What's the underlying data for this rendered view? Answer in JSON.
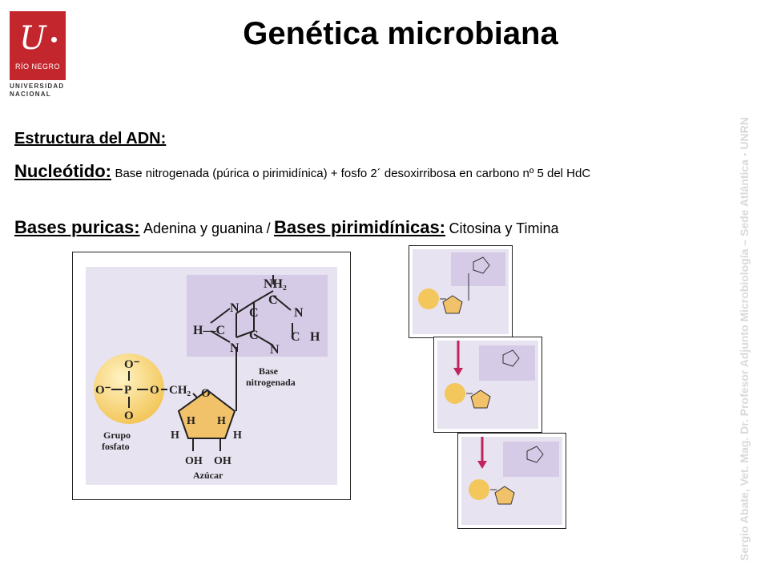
{
  "title": "Genética microbiana",
  "logo": {
    "letter": "U",
    "rio": "RÍO NEGRO",
    "line1": "UNIVERSIDAD",
    "line2": "NACIONAL"
  },
  "text": {
    "estructura": "Estructura del ADN:",
    "nucleotido_label": "Nucleótido:",
    "nucleotido_text": "Base nitrogenada (púrica o pirimidínica) + fosfo 2´ desoxirribosa en carbono nº 5 del HdC",
    "purica_label": "Bases puricas:",
    "purica_text": "Adenina y guanina",
    "separator": "/",
    "pirimidina_label": "Bases pirimidínicas:",
    "pirimidina_text": "Citosina y Timina"
  },
  "sidebar_text": "Sergio Abate, Vet. Mag. Dr. Profesor Adjunto Microbiología – Sede Atlántica - UNRN",
  "figure": {
    "nh2": "NH₂",
    "n": "N",
    "c": "C",
    "h": "H",
    "hc": "H—C",
    "base1": "Base",
    "base2": "nitrogenada",
    "o": "O",
    "ominus": "O⁻",
    "p": "P",
    "ch2": "CH₂",
    "grupo": "Grupo",
    "fosfato": "fosfato",
    "oh": "OH",
    "azucar": "Azúcar"
  },
  "colors": {
    "logo_red": "#c4262e",
    "panel": "#e7e3f1",
    "base_box": "#d6cbe6",
    "phosphate": "#f3c75c",
    "sugar": "#f2c26b",
    "arrow": "#c0245c"
  }
}
